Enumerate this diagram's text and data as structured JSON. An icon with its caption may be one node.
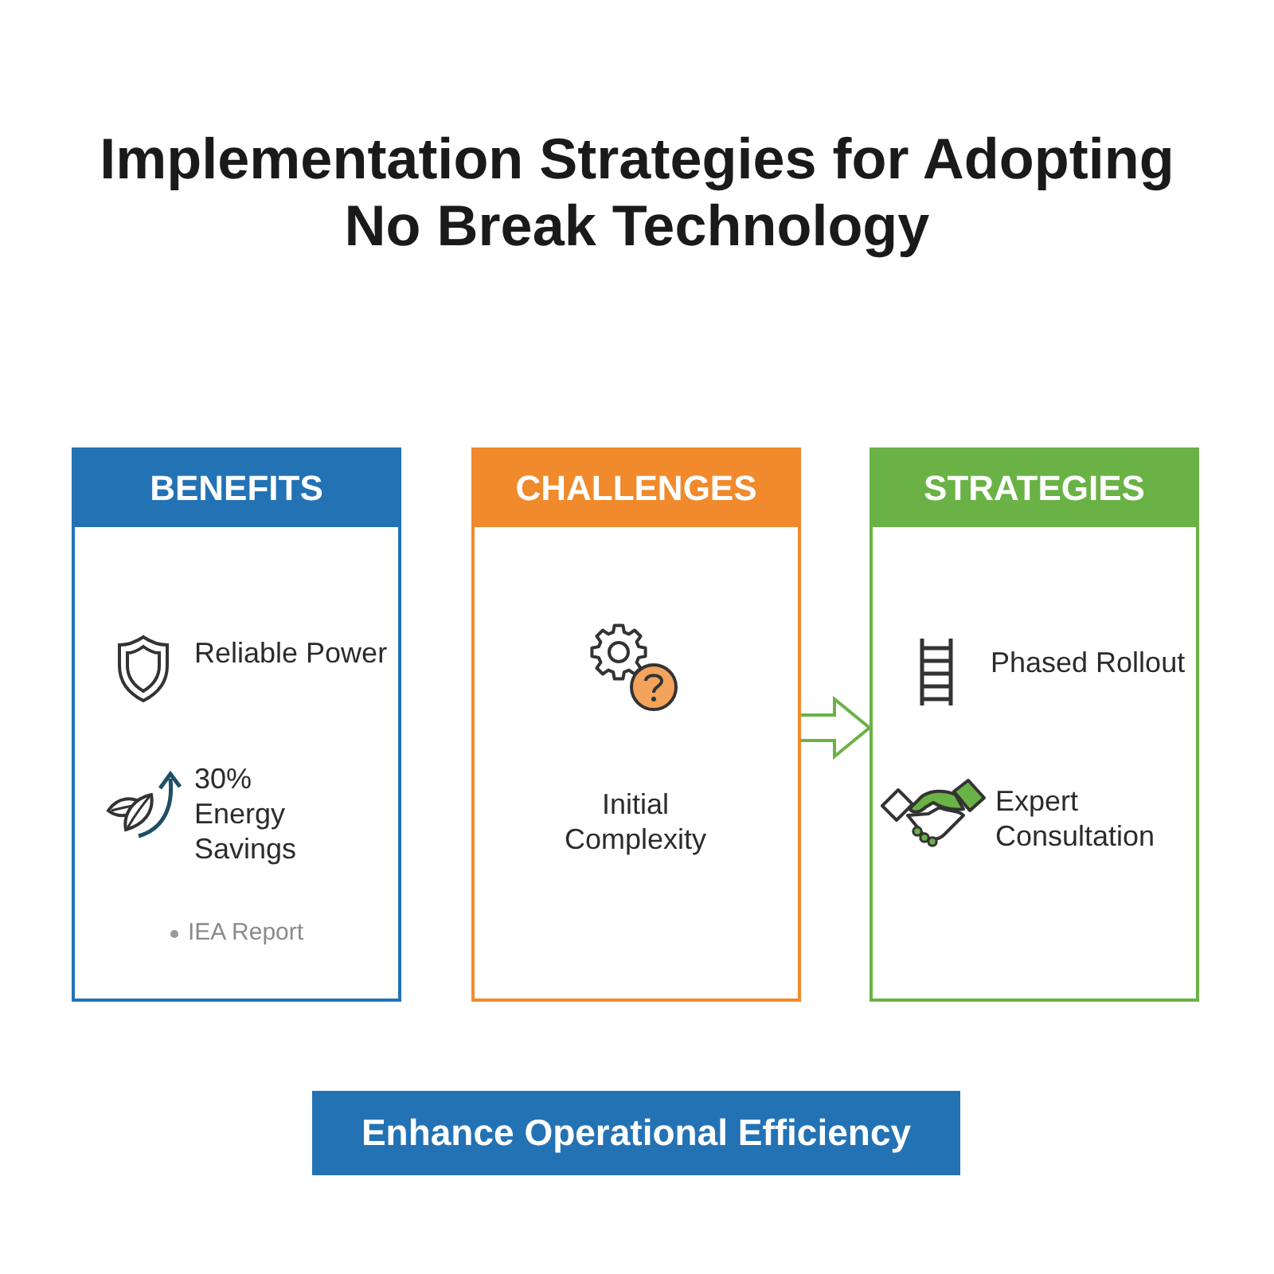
{
  "diagram": {
    "title": "Implementation Strategies for Adopting No Break Technology",
    "nodes": [
      {
        "text": [
          "BENEFITS",
          "Reliable Power",
          "30% Energy Savings",
          "IEA Report"
        ]
      },
      {
        "text": [
          "CHALLENGES",
          "Initial Complexity"
        ]
      },
      {
        "text": [
          "STRATEGIES",
          "Phased Rollout",
          "Expert Consultation"
        ]
      },
      {
        "text": [
          "Enhance Operational Efficiency"
        ]
      }
    ],
    "edges": [
      {
        "from": 1,
        "to": 2,
        "arrow": "to"
      }
    ]
  }
}
